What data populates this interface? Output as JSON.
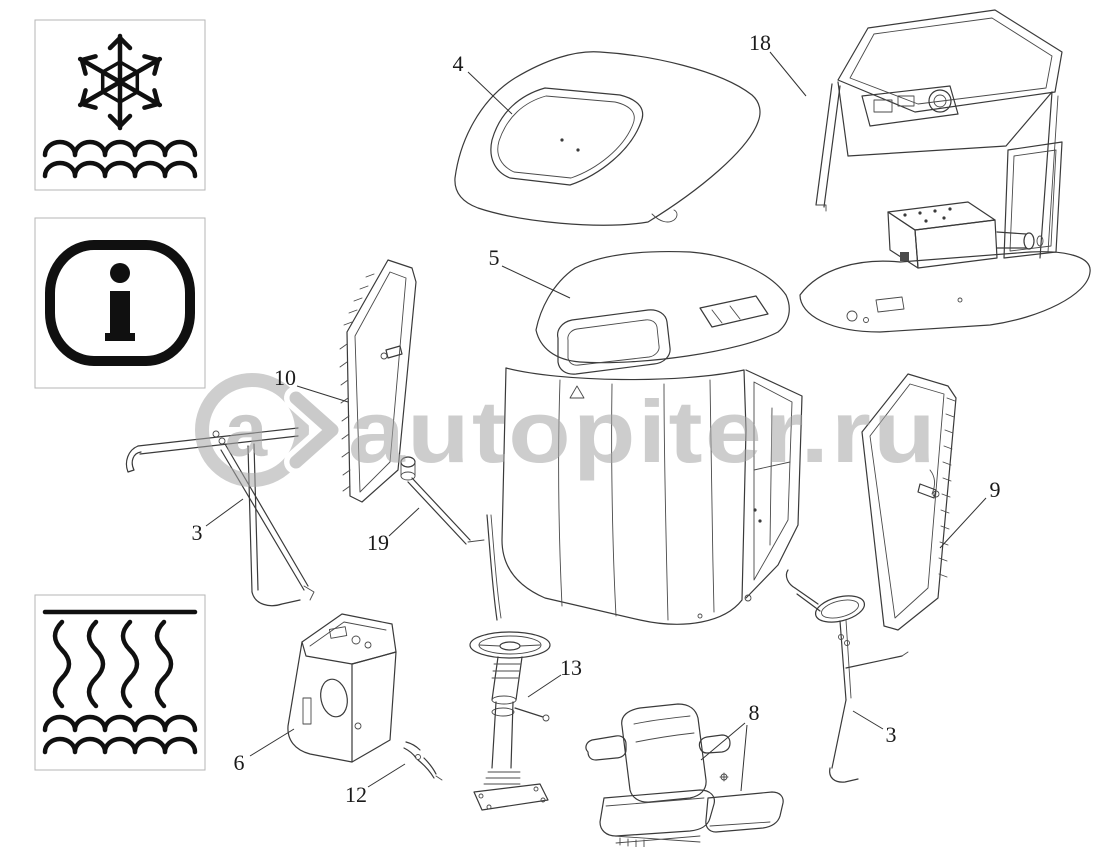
{
  "watermark": {
    "text": "autopiter.ru",
    "logo_letter": "a",
    "color": "#a6a6a6"
  },
  "diagram": {
    "line_color": "#3a3a3a",
    "background": "#ffffff"
  },
  "symbols": {
    "top": "frost-over-waves-icon",
    "middle": "information-icon",
    "bottom": "steam-over-waves-icon"
  },
  "callouts": {
    "part4": "4",
    "part18": "18",
    "part5": "5",
    "part10": "10",
    "part3_left": "3",
    "part19": "19",
    "part9": "9",
    "part6": "6",
    "part12": "12",
    "part13": "13",
    "part8": "8",
    "part3_right": "3"
  }
}
